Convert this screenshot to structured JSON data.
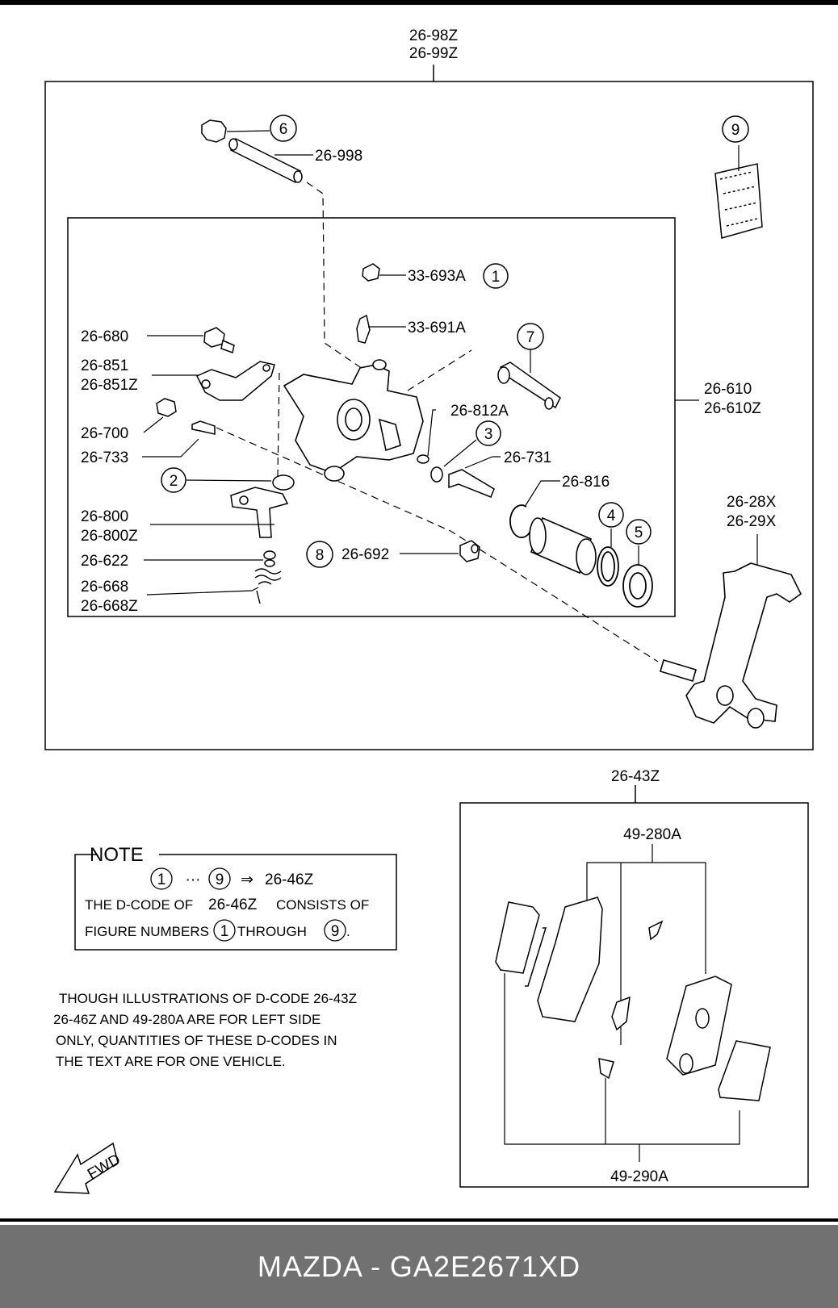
{
  "labels": {
    "assembly_top": [
      "26-98Z",
      "26-99Z"
    ],
    "p26_998": "26-998",
    "p33_693A": "33-693A",
    "p33_691A": "33-691A",
    "p26_680": "26-680",
    "p26_851": [
      "26-851",
      "26-851Z"
    ],
    "p26_700": "26-700",
    "p26_733": "26-733",
    "p26_812A": "26-812A",
    "p26_731": "26-731",
    "p26_816": "26-816",
    "p26_610": [
      "26-610",
      "26-610Z"
    ],
    "p26_800": [
      "26-800",
      "26-800Z"
    ],
    "p26_622": "26-622",
    "p26_668": [
      "26-668",
      "26-668Z"
    ],
    "p26_692": "26-692",
    "p26_28X": [
      "26-28X",
      "26-29X"
    ],
    "p26_43Z": "26-43Z",
    "p49_280A": "49-280A",
    "p49_290A": "49-290A"
  },
  "circles": [
    "1",
    "2",
    "3",
    "4",
    "5",
    "6",
    "7",
    "8",
    "9"
  ],
  "note": {
    "title": "NOTE",
    "range_start": "1",
    "ellipsis": "···",
    "range_end": "9",
    "arrow": "⇒",
    "target": "26-46Z",
    "line1_a": "THE D-CODE OF",
    "line1_code": "26-46Z",
    "line1_b": "CONSISTS OF",
    "line2_a": "FIGURE NUMBERS",
    "line2_from": "1",
    "line2_b": "THROUGH",
    "line2_to": "9",
    "line2_end": "."
  },
  "remark": [
    "THOUGH ILLUSTRATIONS OF D-CODE 26-43Z",
    "26-46Z AND 49-280A ARE FOR LEFT SIDE",
    "ONLY, QUANTITIES OF THESE D-CODES IN",
    "THE TEXT ARE FOR ONE VEHICLE."
  ],
  "fwd_label": "FWD",
  "footer": "MAZDA - GA2E2671XD"
}
